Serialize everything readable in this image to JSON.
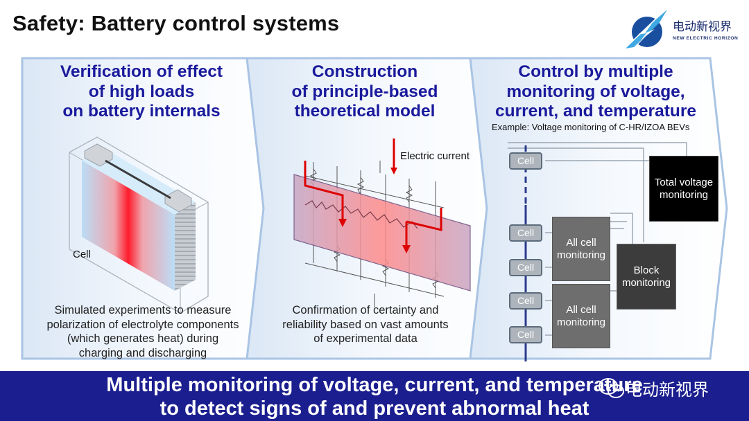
{
  "title": "Safety: Battery control systems",
  "logo": {
    "cn": "电动新视界",
    "en": "NEW ELECTRIC HORIZON"
  },
  "panels": [
    {
      "heading": [
        "Verification of effect",
        "of high loads",
        "on battery internals"
      ],
      "cell_label": "Cell",
      "caption": [
        "Simulated experiments to measure",
        "polarization of electrolyte components",
        "(which generates heat) during",
        "charging and discharging"
      ]
    },
    {
      "heading": [
        "Construction",
        "of principle-based",
        "theoretical model"
      ],
      "current_label": "Electric current",
      "caption": [
        "Confirmation of certainty and",
        "reliability based on vast amounts",
        "of experimental data"
      ]
    },
    {
      "heading": [
        "Control by multiple",
        "monitoring of voltage,",
        "current, and temperature"
      ],
      "example": "Example: Voltage monitoring of C-HR/IZOA BEVs",
      "cells": [
        "Cell",
        "Cell",
        "Cell",
        "Cell",
        "Cell"
      ],
      "all_cell_monitoring": [
        "All cell",
        "monitoring"
      ],
      "block_monitoring": [
        "Block",
        "monitoring"
      ],
      "total_voltage_monitoring": [
        "Total voltage",
        "monitoring"
      ]
    }
  ],
  "banner": [
    "Multiple monitoring of voltage, current, and temperature",
    "to detect signs of and prevent abnormal heat"
  ],
  "watermark": "电动新视界",
  "colors": {
    "heading": "#1a1a9c",
    "banner": "#1b1e8f",
    "chevron": "#a9c4e4"
  }
}
